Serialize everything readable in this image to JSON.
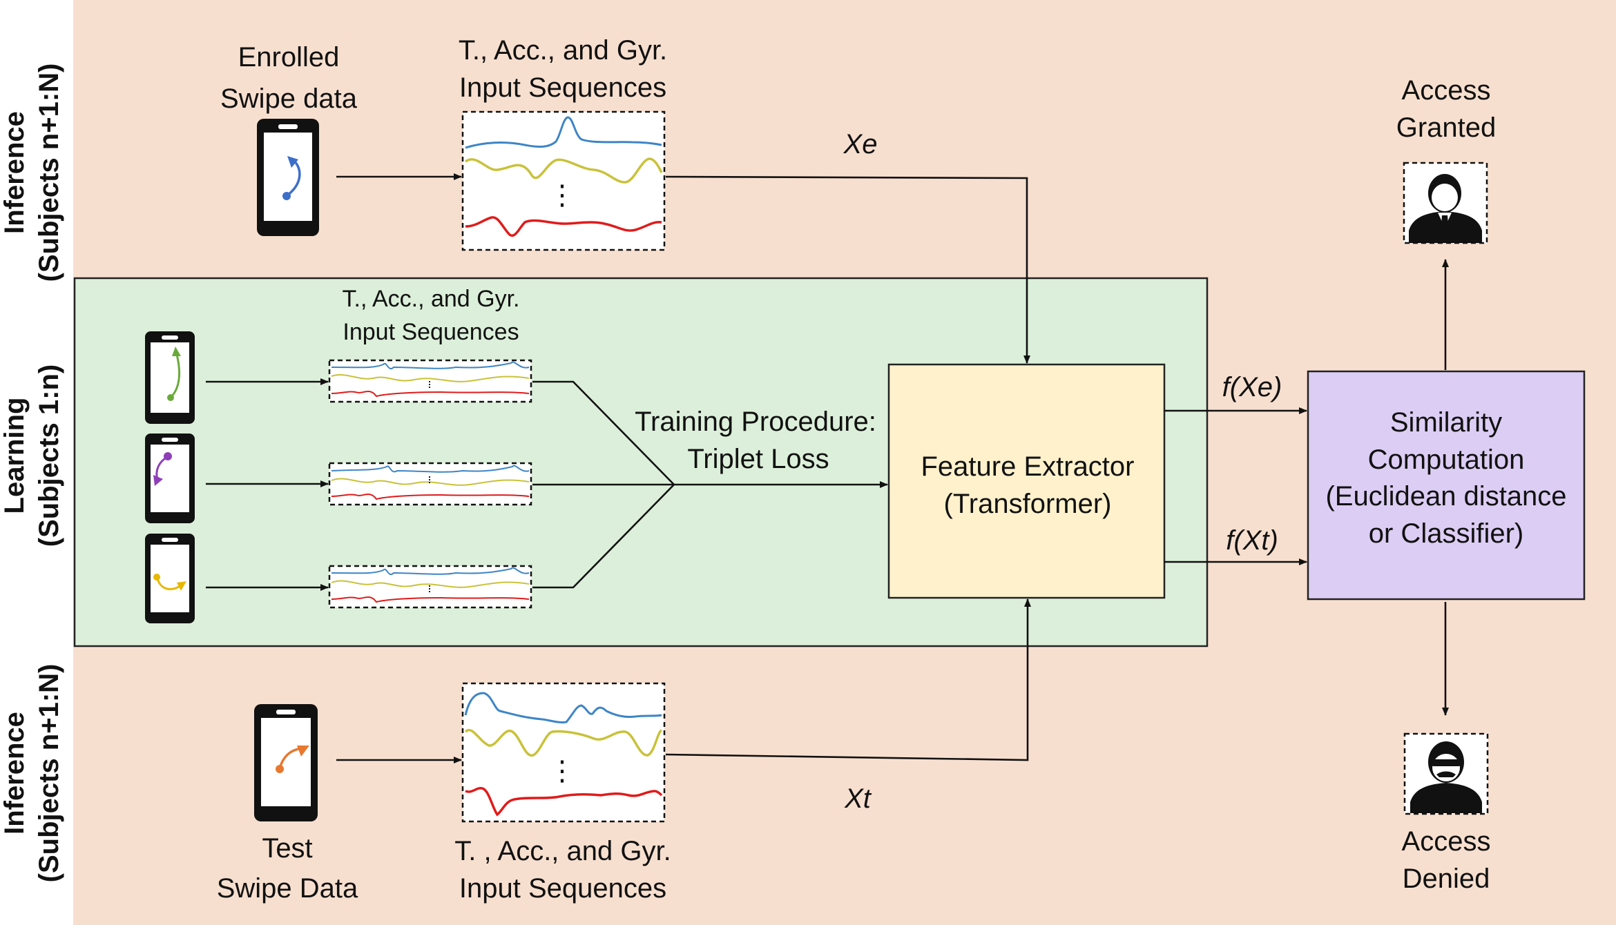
{
  "side_labels": {
    "inference_top": [
      "Inference",
      "(Subjects n+1:N)"
    ],
    "learning": [
      "Learning",
      "(Subjects 1:n)"
    ],
    "inference_bottom": [
      "Inference",
      "(Subjects n+1:N)"
    ]
  },
  "enrolled": {
    "line1": "Enrolled",
    "line2": "Swipe data"
  },
  "test": {
    "line1": "Test",
    "line2": "Swipe Data"
  },
  "seq_top": {
    "line1": "T., Acc., and Gyr.",
    "line2": "Input Sequences"
  },
  "seq_learning": {
    "line1": "T., Acc., and Gyr.",
    "line2": "Input Sequences"
  },
  "seq_bottom": {
    "line1": "T. , Acc., and Gyr.",
    "line2": "Input Sequences"
  },
  "dots": "⋮",
  "labels": {
    "xe": "Xe",
    "xt": "Xt",
    "fxe": "f(Xe)",
    "fxt": "f(Xt)"
  },
  "training": {
    "line1": "Training Procedure:",
    "line2": "Triplet Loss"
  },
  "feature_extractor": {
    "line1": "Feature Extractor",
    "line2": "(Transformer)"
  },
  "similarity": {
    "line1": "Similarity",
    "line2": "Computation",
    "line3": "(Euclidean distance",
    "line4": "or Classifier)"
  },
  "access_granted": {
    "line1": "Access",
    "line2": "Granted"
  },
  "access_denied": {
    "line1": "Access",
    "line2": "Denied"
  },
  "icons": {
    "granted_user": "business-user-icon",
    "denied_user": "masked-intruder-icon",
    "phone": "smartphone-swipe-icon"
  },
  "colors": {
    "inference_bg": "#f7dfcf",
    "learning_bg": "#dcefda",
    "feature_box": "#fff1cc",
    "similarity_box": "#dccdf4",
    "series_t": "#3d85c6",
    "series_acc": "#c9c23a",
    "series_gyr": "#e01b1b",
    "swipe_blue": "#3d6fc9",
    "swipe_green": "#6aaa3a",
    "swipe_purple": "#8e3fb8",
    "swipe_yellow": "#e8b800",
    "swipe_orange": "#e87830"
  }
}
